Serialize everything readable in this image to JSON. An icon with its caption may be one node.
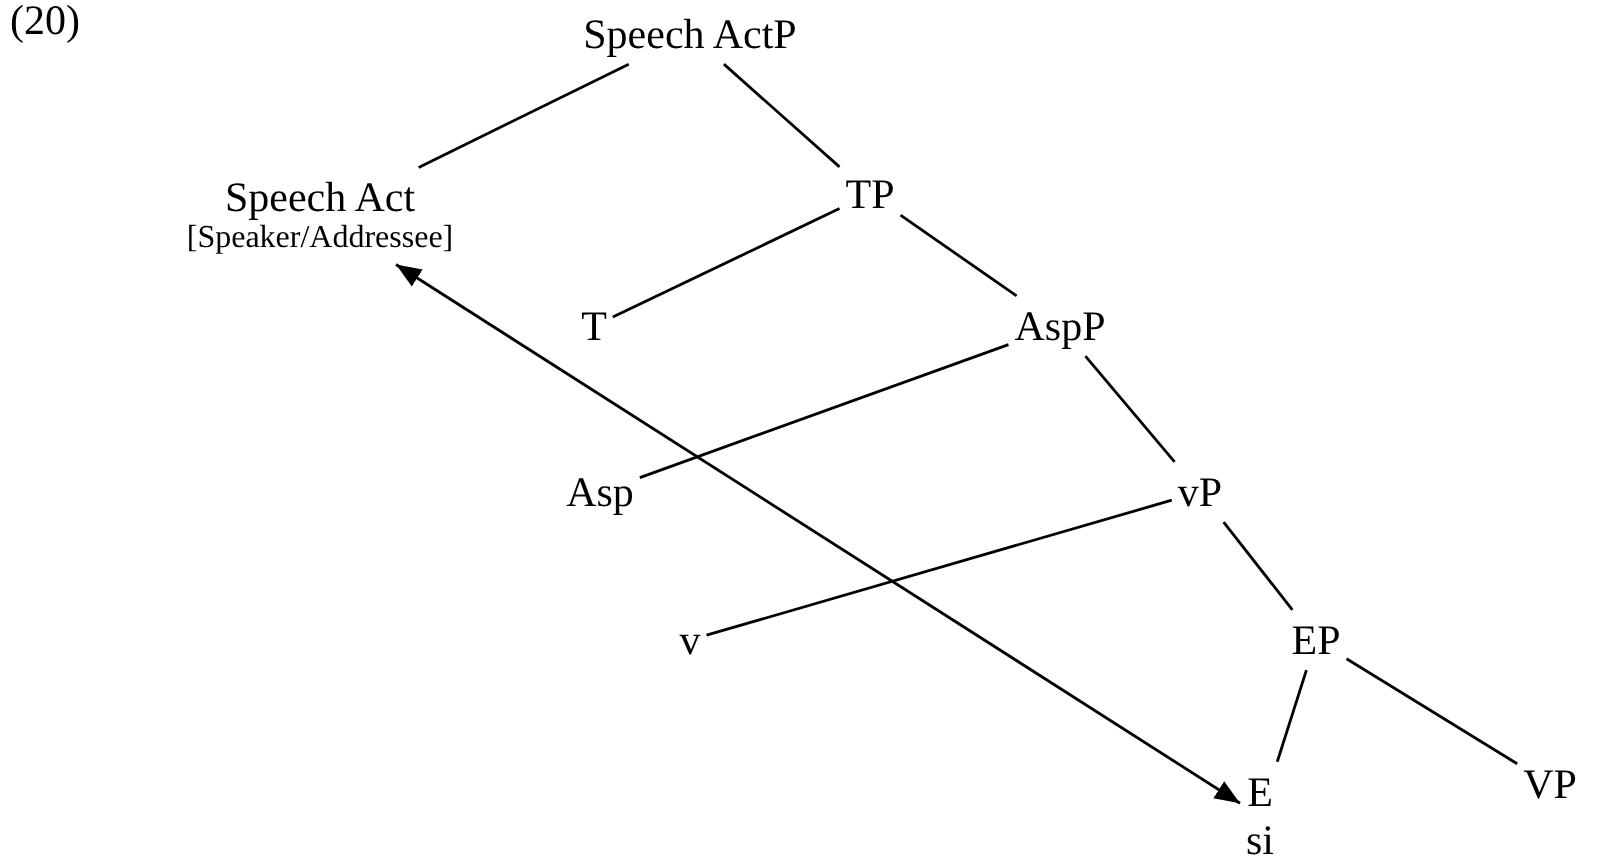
{
  "diagram": {
    "nodes": [
      {
        "text": [
          "Speech ActP"
        ]
      },
      {
        "text": [
          "Speech Act",
          "[Speaker/Addressee]"
        ]
      },
      {
        "text": [
          "TP"
        ]
      },
      {
        "text": [
          "T"
        ]
      },
      {
        "text": [
          "AspP"
        ]
      },
      {
        "text": [
          "Asp"
        ]
      },
      {
        "text": [
          "vP"
        ]
      },
      {
        "text": [
          "v"
        ]
      },
      {
        "text": [
          "EP"
        ]
      },
      {
        "text": [
          "E",
          "si"
        ]
      },
      {
        "text": [
          "VP"
        ]
      }
    ],
    "edges": [
      {
        "from": 0,
        "to": 1,
        "arrow": "none"
      },
      {
        "from": 0,
        "to": 2,
        "arrow": "none"
      },
      {
        "from": 2,
        "to": 3,
        "arrow": "none"
      },
      {
        "from": 2,
        "to": 4,
        "arrow": "none"
      },
      {
        "from": 4,
        "to": 5,
        "arrow": "none"
      },
      {
        "from": 4,
        "to": 6,
        "arrow": "none"
      },
      {
        "from": 6,
        "to": 7,
        "arrow": "none"
      },
      {
        "from": 6,
        "to": 8,
        "arrow": "none"
      },
      {
        "from": 8,
        "to": 9,
        "arrow": "none"
      },
      {
        "from": 8,
        "to": 10,
        "arrow": "none"
      },
      {
        "from": 1,
        "to": 9,
        "arrow": "both"
      }
    ],
    "labels": [
      "(20)"
    ]
  }
}
